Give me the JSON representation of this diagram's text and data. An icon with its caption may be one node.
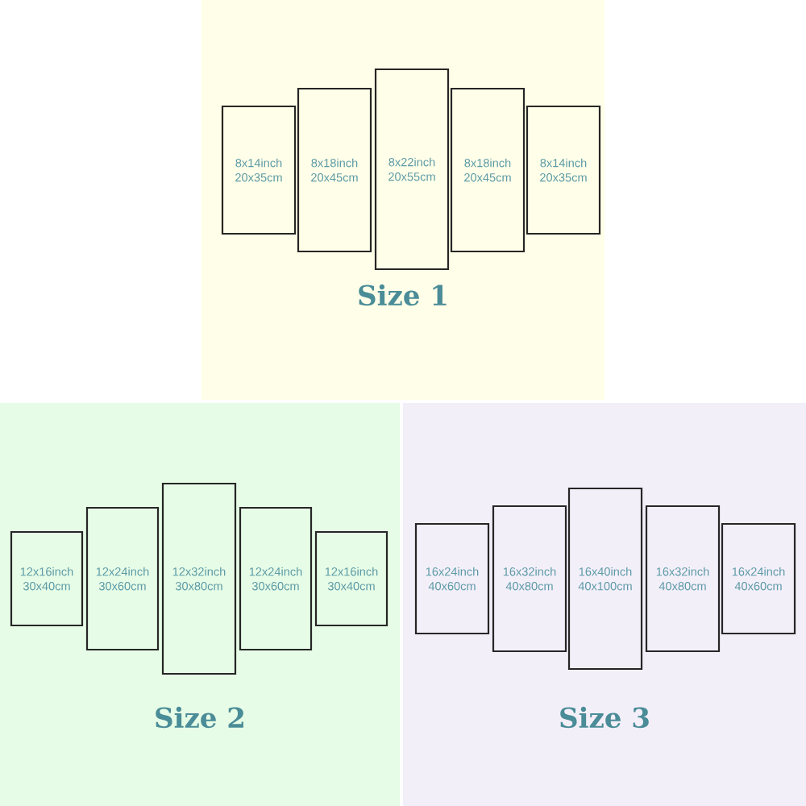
{
  "diagram": {
    "nodes": [
      {
        "text": [
          "Size 1"
        ]
      },
      {
        "text": [
          "8x14inch",
          "20x35cm"
        ],
        "in": 0
      },
      {
        "text": [
          "8x18inch",
          "20x45cm"
        ],
        "in": 0
      },
      {
        "text": [
          "8x22inch",
          "20x55cm"
        ],
        "in": 0
      },
      {
        "text": [
          "8x18inch",
          "20x45cm"
        ],
        "in": 0
      },
      {
        "text": [
          "8x14inch",
          "20x35cm"
        ],
        "in": 0
      },
      {
        "text": [
          "Size 2"
        ]
      },
      {
        "text": [
          "12x16inch",
          "30x40cm"
        ],
        "in": 6
      },
      {
        "text": [
          "12x24inch",
          "30x60cm"
        ],
        "in": 6
      },
      {
        "text": [
          "12x32inch",
          "30x80cm"
        ],
        "in": 6
      },
      {
        "text": [
          "12x24inch",
          "30x60cm"
        ],
        "in": 6
      },
      {
        "text": [
          "12x16inch",
          "30x40cm"
        ],
        "in": 6
      },
      {
        "text": [
          "Size 3"
        ]
      },
      {
        "text": [
          "16x24inch",
          "40x60cm"
        ],
        "in": 12
      },
      {
        "text": [
          "16x32inch",
          "40x80cm"
        ],
        "in": 12
      },
      {
        "text": [
          "16x40inch",
          "40x100cm"
        ],
        "in": 12
      },
      {
        "text": [
          "16x32inch",
          "40x80cm"
        ],
        "in": 12
      },
      {
        "text": [
          "16x24inch",
          "40x60cm"
        ],
        "in": 12
      }
    ]
  }
}
